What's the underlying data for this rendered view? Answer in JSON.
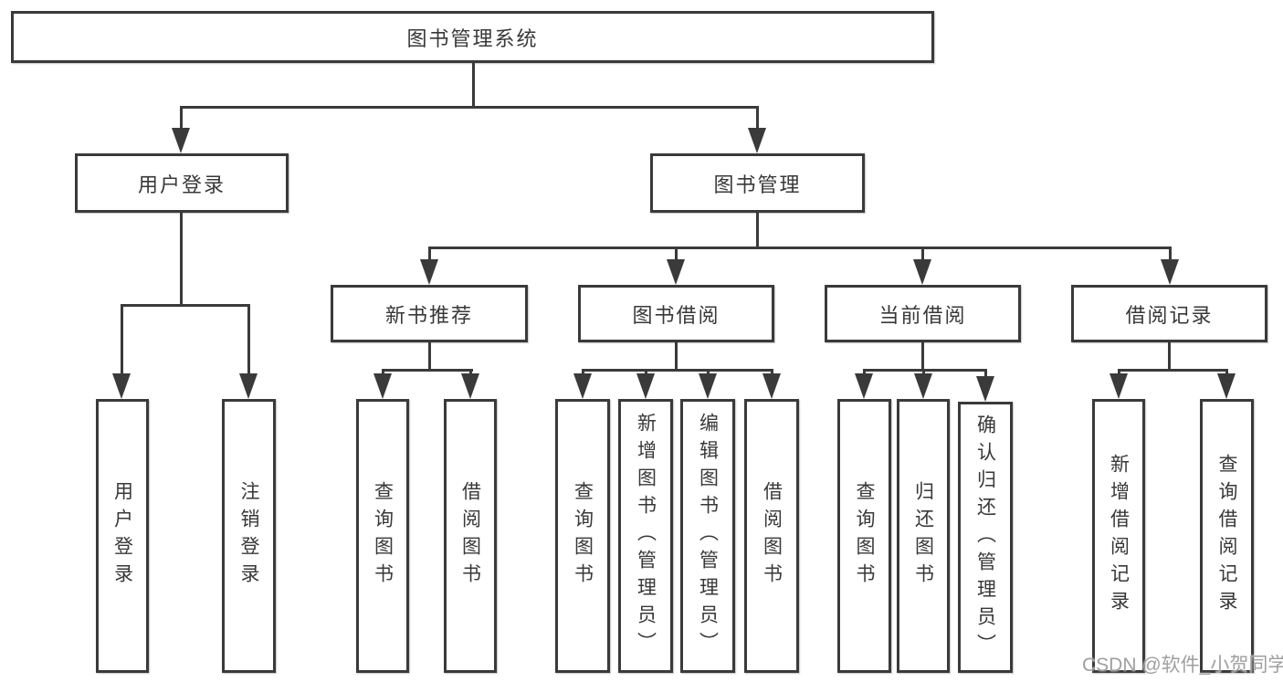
{
  "colors": {
    "line": "#3a3a3a",
    "text": "#383838",
    "box_fill": "#ffffff",
    "background": "#ffffff",
    "watermark": "#9f9f9f"
  },
  "diagram": {
    "type": "hierarchy-tree",
    "title": "图书管理系统",
    "children": [
      {
        "label": "用户登录",
        "children": [
          {
            "label": "用户登录"
          },
          {
            "label": "注销登录"
          }
        ]
      },
      {
        "label": "图书管理",
        "children": [
          {
            "label": "新书推荐",
            "children": [
              {
                "label": "查询图书"
              },
              {
                "label": "借阅图书"
              }
            ]
          },
          {
            "label": "图书借阅",
            "children": [
              {
                "label": "查询图书"
              },
              {
                "label": "新增图书（管理员）"
              },
              {
                "label": "编辑图书（管理员）"
              },
              {
                "label": "借阅图书"
              }
            ]
          },
          {
            "label": "当前借阅",
            "children": [
              {
                "label": "查询图书"
              },
              {
                "label": "归还图书"
              },
              {
                "label": "确认归还（管理员）"
              }
            ]
          },
          {
            "label": "借阅记录",
            "children": [
              {
                "label": "新增借阅记录"
              },
              {
                "label": "查询借阅记录"
              }
            ]
          }
        ]
      }
    ]
  },
  "watermark": {
    "text": "CSDN @软件_小贺同学"
  }
}
